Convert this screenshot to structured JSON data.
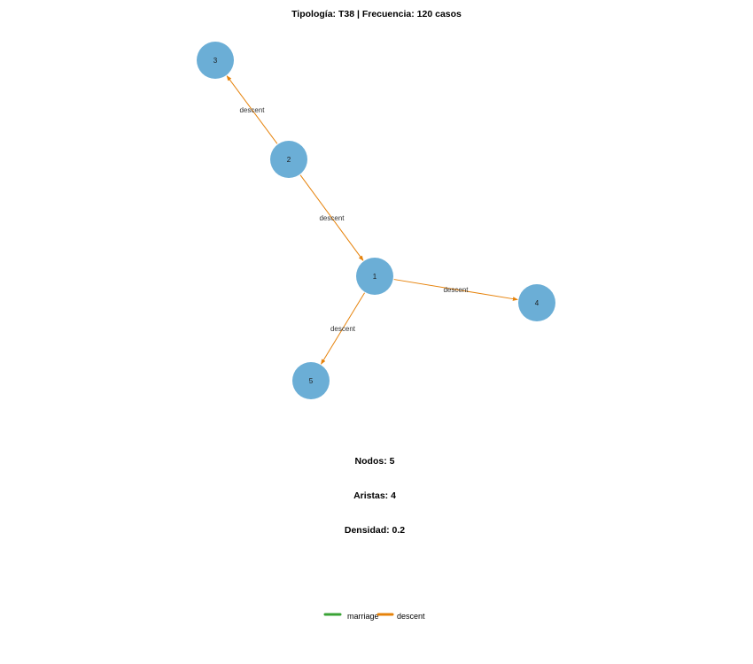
{
  "title": "Tipología: T38 | Frecuencia: 120 casos",
  "colors": {
    "node": "#6baed6",
    "descent": "#e6820a",
    "marriage": "#3aa335"
  },
  "nodes": [
    {
      "id": "1",
      "label": "1"
    },
    {
      "id": "2",
      "label": "2"
    },
    {
      "id": "3",
      "label": "3"
    },
    {
      "id": "4",
      "label": "4"
    },
    {
      "id": "5",
      "label": "5"
    }
  ],
  "edges": [
    {
      "from": "2",
      "to": "3",
      "type": "descent",
      "label": "descent"
    },
    {
      "from": "2",
      "to": "1",
      "type": "descent",
      "label": "descent"
    },
    {
      "from": "1",
      "to": "4",
      "type": "descent",
      "label": "descent"
    },
    {
      "from": "1",
      "to": "5",
      "type": "descent",
      "label": "descent"
    }
  ],
  "stats": {
    "nodes": "Nodos: 5",
    "edges": "Aristas: 4",
    "density": "Densidad: 0.2"
  },
  "legend": [
    {
      "label": "marriage",
      "color_key": "marriage"
    },
    {
      "label": "descent",
      "color_key": "descent"
    }
  ]
}
